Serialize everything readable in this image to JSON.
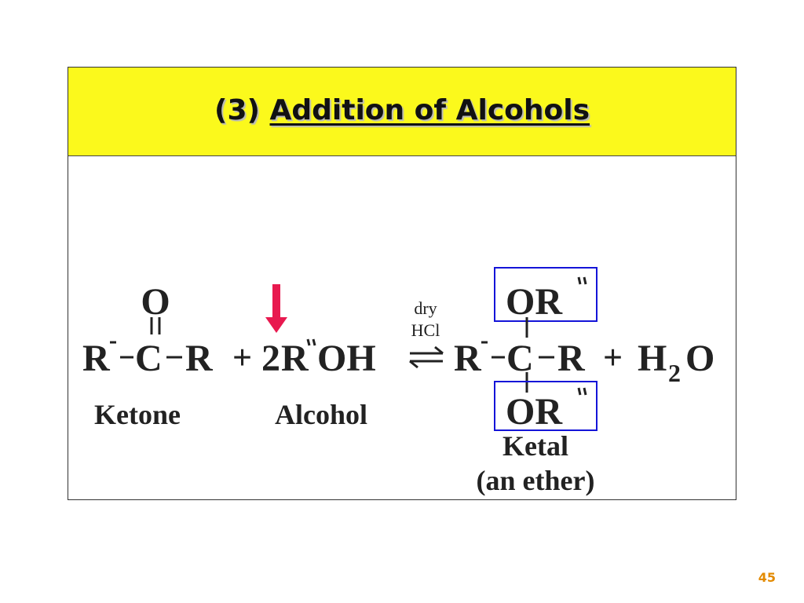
{
  "slide": {
    "title_prefix": "(3)",
    "title_main": "Addition of Alcohols",
    "page_number": "45"
  },
  "reaction": {
    "ketone": {
      "oxygen": "O",
      "r_prime": "R",
      "carbon": "C",
      "r": "R",
      "label": "Ketone"
    },
    "plus_1": "+",
    "alcohol": {
      "coefficient": "2",
      "r_double_prime": "R",
      "oh": "OH",
      "label": "Alcohol"
    },
    "conditions": {
      "line_1": "dry",
      "line_2": "HCl"
    },
    "ketal": {
      "top_group": "OR",
      "bottom_group": "OR",
      "r_prime": "R",
      "carbon": "C",
      "r": "R",
      "label_1": "Ketal",
      "label_2": "(an ether)"
    },
    "plus_2": "+",
    "water": {
      "h": "H",
      "subscript": "2",
      "o": "O"
    },
    "colors": {
      "highlight_box": "#1414d8",
      "arrow": "#e8194f",
      "title_band": "#fbf91c",
      "page_number": "#e38a00"
    }
  }
}
